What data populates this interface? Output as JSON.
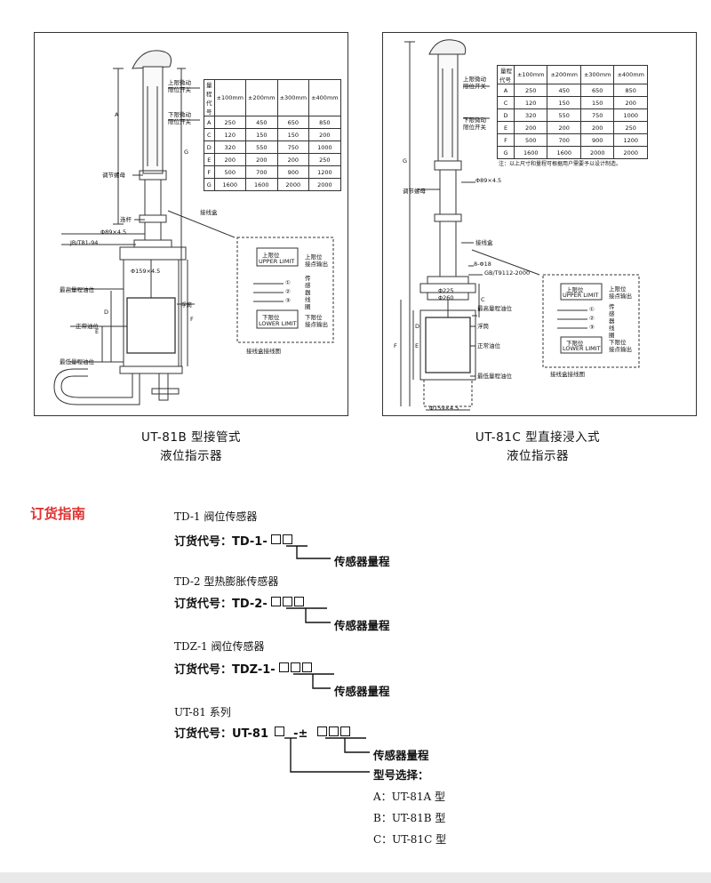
{
  "left_diagram": {
    "caption_line1": "UT-81B 型接管式",
    "caption_line2": "液位指示器",
    "labels": {
      "upper_switch": "上限微动\n限位开关",
      "lower_switch": "下限微动\n限位开关",
      "adjust_nut": "调节螺母",
      "rod": "连杆",
      "pipe": "Φ89×4.5",
      "standard": "JB/T81-94",
      "pipe2": "Φ159×4.5",
      "float": "浮筒",
      "junction_box": "接线盒",
      "max_level": "最高量程油位",
      "normal_level": "正常油位",
      "min_level": "最低量程油位",
      "dim_A": "A",
      "dim_G": "G",
      "dim_D": "D",
      "dim_E": "E",
      "dim_F": "F"
    },
    "table": {
      "header_range": "量程",
      "header_code": "代号",
      "columns": [
        "±100mm",
        "±200mm",
        "±300mm",
        "±400mm"
      ],
      "rows": [
        {
          "code": "A",
          "values": [
            "250",
            "450",
            "650",
            "850"
          ]
        },
        {
          "code": "C",
          "values": [
            "120",
            "150",
            "150",
            "200"
          ]
        },
        {
          "code": "D",
          "values": [
            "320",
            "550",
            "750",
            "1000"
          ]
        },
        {
          "code": "E",
          "values": [
            "200",
            "200",
            "200",
            "250"
          ]
        },
        {
          "code": "F",
          "values": [
            "500",
            "700",
            "900",
            "1200"
          ]
        },
        {
          "code": "G",
          "values": [
            "1600",
            "1600",
            "2000",
            "2000"
          ]
        }
      ]
    },
    "wiring": {
      "upper_cn": "上限位",
      "upper_en": "UPPER LIMIT",
      "upper_out": "上限位\n接点输出",
      "lower_cn": "下限位",
      "lower_en": "LOWER LIMIT",
      "lower_out": "下限位\n接点输出",
      "coil": "传感器线圈",
      "n1": "①",
      "n2": "②",
      "n3": "③",
      "title": "接线盒接线图"
    }
  },
  "right_diagram": {
    "caption_line1": "UT-81C 型直接浸入式",
    "caption_line2": "液位指示器",
    "labels": {
      "upper_switch": "上限微动\n限位开关",
      "lower_switch": "下限微动\n限位开关",
      "adjust_nut": "调节螺母",
      "pipe": "Φ89×4.5",
      "junction_box": "接线盒",
      "bolt": "8-Φ18",
      "standard": "GB/T9112-2000",
      "d225": "Φ225",
      "d260": "Φ260",
      "max_level": "最高量程油位",
      "float": "浮筒",
      "normal_level": "正常油位",
      "min_level": "最低量程油位",
      "pipe2": "Φ159×4.5",
      "dim_G": "G",
      "dim_C": "C",
      "dim_D": "D",
      "dim_E": "E",
      "dim_F": "F"
    },
    "table": {
      "header_range": "量程",
      "header_code": "代号",
      "columns": [
        "±100mm",
        "±200mm",
        "±300mm",
        "±400mm"
      ],
      "rows": [
        {
          "code": "A",
          "values": [
            "250",
            "450",
            "650",
            "850"
          ]
        },
        {
          "code": "C",
          "values": [
            "120",
            "150",
            "150",
            "200"
          ]
        },
        {
          "code": "D",
          "values": [
            "320",
            "550",
            "750",
            "1000"
          ]
        },
        {
          "code": "E",
          "values": [
            "200",
            "200",
            "200",
            "250"
          ]
        },
        {
          "code": "F",
          "values": [
            "500",
            "700",
            "900",
            "1200"
          ]
        },
        {
          "code": "G",
          "values": [
            "1600",
            "1600",
            "2000",
            "2000"
          ]
        }
      ],
      "note": "注：以上尺寸和量程可根据用户需要予以设计制造。"
    },
    "wiring": {
      "upper_cn": "上限位",
      "upper_en": "UPPER LIMIT",
      "upper_out": "上限位\n接点输出",
      "lower_cn": "下限位",
      "lower_en": "LOWER LIMIT",
      "lower_out": "下限位\n接点输出",
      "coil": "传感器线圈",
      "n1": "①",
      "n2": "②",
      "n3": "③",
      "title": "接线盒接线图"
    }
  },
  "ordering": {
    "title": "订货指南",
    "td1": {
      "name": "TD-1 阀位传感器",
      "code": "订货代号：TD-1-",
      "desc": "传感器量程"
    },
    "td2": {
      "name": "TD-2 型热膨胀传感器",
      "code": "订货代号：TD-2-",
      "desc": "传感器量程"
    },
    "tdz1": {
      "name": "TDZ-1 阀位传感器",
      "code": "订货代号：TDZ-1-",
      "desc": "传感器量程"
    },
    "ut81": {
      "name": "UT-81 系列",
      "code": "订货代号：UT-81",
      "sep": "-±",
      "desc": "传感器量程",
      "type_title": "型号选择：",
      "options": [
        "A：UT-81A 型",
        "B：UT-81B 型",
        "C：UT-81C 型"
      ]
    }
  },
  "colors": {
    "accent": "#e0312f",
    "line": "#333333",
    "band": "#e9e9e9"
  }
}
